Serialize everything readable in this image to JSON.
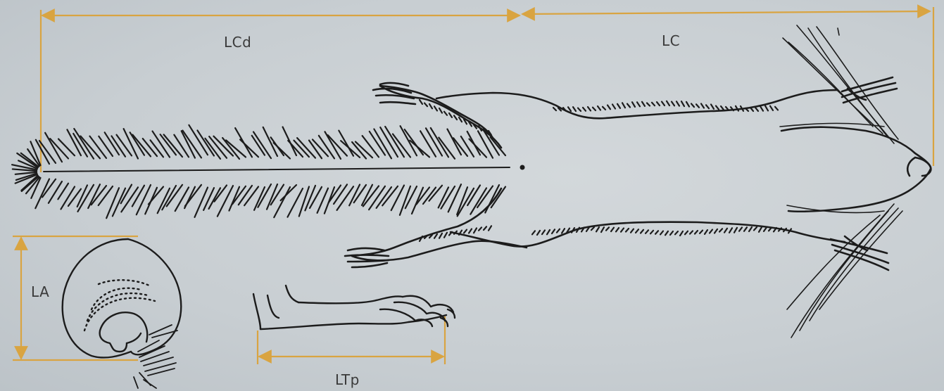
{
  "labels": {
    "tail_length": "LCd",
    "head_body_length": "LC",
    "ear_length": "LA",
    "hind_foot_length": "LTp"
  },
  "colors": {
    "background": "#c9cfd3",
    "measure_line": "#d9a441",
    "ink": "#1c1c1c"
  }
}
